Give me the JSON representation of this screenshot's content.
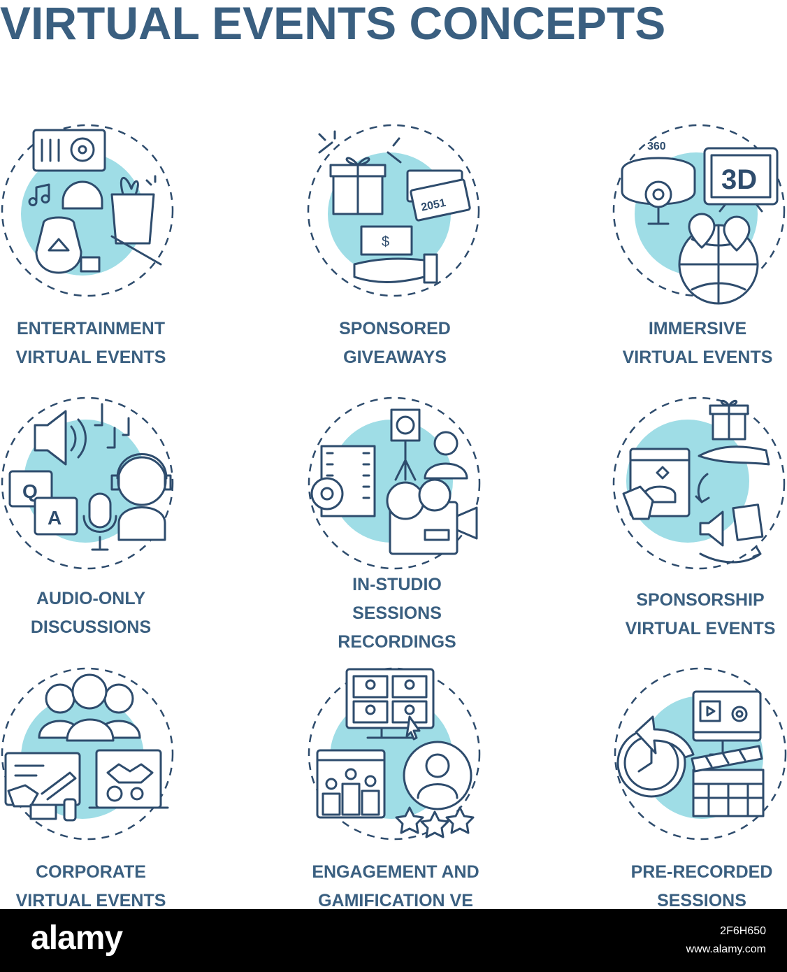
{
  "title": "VIRTUAL EVENTS CONCEPTS",
  "colors": {
    "title": "#3a5f80",
    "accent": "#9fdde6",
    "stroke": "#2e4c6d"
  },
  "concepts": [
    {
      "label": [
        "ENTERTAINMENT",
        "VIRTUAL EVENTS"
      ],
      "icon": "entertainment-icon"
    },
    {
      "label": [
        "SPONSORED",
        "GIVEAWAYS"
      ],
      "icon": "gift-icon",
      "ticket_text": "2051",
      "money_text": "$"
    },
    {
      "label": [
        "IMMERSIVE",
        "VIRTUAL EVENTS"
      ],
      "icon": "vr-360-icon",
      "degree_text": "360",
      "screen_text": "3D"
    },
    {
      "label": [
        "AUDIO-ONLY",
        "DISCUSSIONS"
      ],
      "icon": "microphone-icon",
      "q_text": "Q",
      "a_text": "A"
    },
    {
      "label": [
        "IN-STUDIO",
        "SESSIONS",
        "RECORDINGS"
      ],
      "icon": "camera-icon"
    },
    {
      "label": [
        "SPONSORSHIP",
        "VIRTUAL EVENTS"
      ],
      "icon": "sponsorship-icon"
    },
    {
      "label": [
        "CORPORATE",
        "VIRTUAL EVENTS"
      ],
      "icon": "team-icon"
    },
    {
      "label": [
        "ENGAGEMENT AND",
        "GAMIFICATION VE"
      ],
      "icon": "leaderboard-icon"
    },
    {
      "label": [
        "PRE-RECORDED",
        "SESSIONS"
      ],
      "icon": "clapperboard-icon"
    }
  ],
  "footer": {
    "brand": "alamy",
    "image_id": "2F6H650",
    "url": "www.alamy.com"
  }
}
